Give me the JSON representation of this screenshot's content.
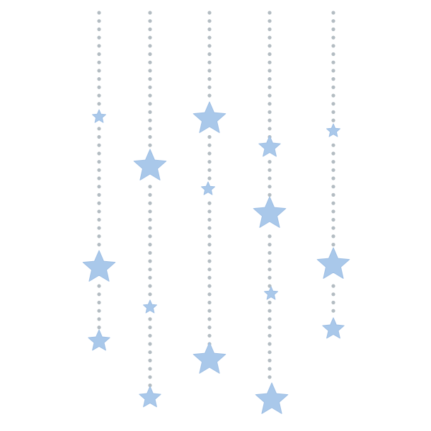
{
  "colors": {
    "background": "#ffffff",
    "dot": "#b3bcc2",
    "star": "#a9c8ea",
    "star_edge": "#9fbfe4"
  },
  "garland_count": 5,
  "stars_per_garland": [
    3,
    3,
    3,
    4,
    3
  ],
  "icons": {
    "star": "star-icon",
    "bead": "bead-dot"
  }
}
